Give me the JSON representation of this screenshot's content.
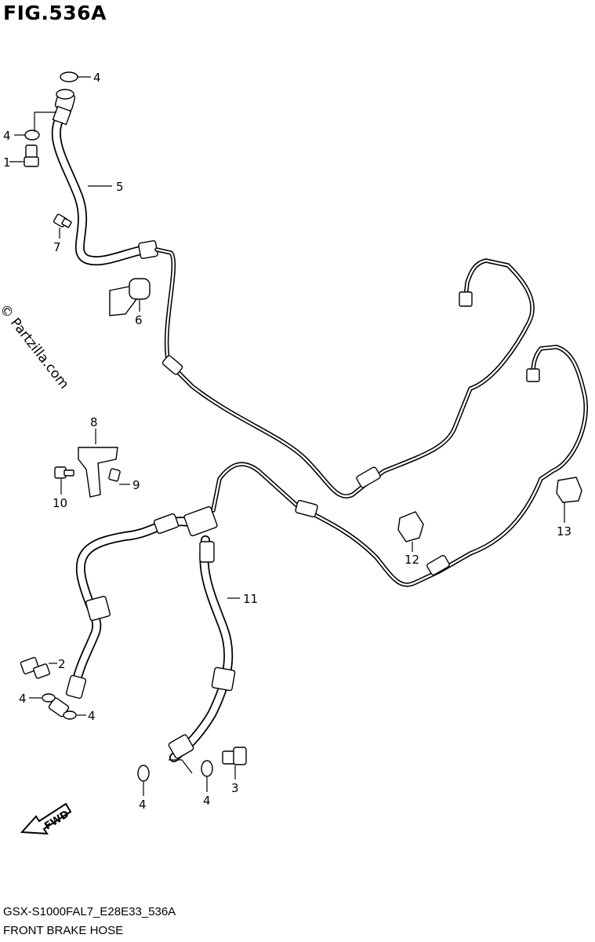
{
  "figure": {
    "title": "FIG.536A",
    "model_code": "GSX-S1000FAL7_E28E33_536A",
    "name": "FRONT BRAKE HOSE",
    "watermark": "© Partzilla.com",
    "fwd_label": "FWD"
  },
  "callouts": [
    {
      "id": "c4a",
      "text": "4"
    },
    {
      "id": "c4b",
      "text": "4"
    },
    {
      "id": "c1",
      "text": "1"
    },
    {
      "id": "c5",
      "text": "5"
    },
    {
      "id": "c7",
      "text": "7"
    },
    {
      "id": "c6",
      "text": "6"
    },
    {
      "id": "c8",
      "text": "8"
    },
    {
      "id": "c9",
      "text": "9"
    },
    {
      "id": "c10",
      "text": "10"
    },
    {
      "id": "c11",
      "text": "11"
    },
    {
      "id": "c12",
      "text": "12"
    },
    {
      "id": "c13",
      "text": "13"
    },
    {
      "id": "c2",
      "text": "2"
    },
    {
      "id": "c4c",
      "text": "4"
    },
    {
      "id": "c4d",
      "text": "4"
    },
    {
      "id": "c4e",
      "text": "4"
    },
    {
      "id": "c4f",
      "text": "4"
    },
    {
      "id": "c3",
      "text": "3"
    }
  ]
}
